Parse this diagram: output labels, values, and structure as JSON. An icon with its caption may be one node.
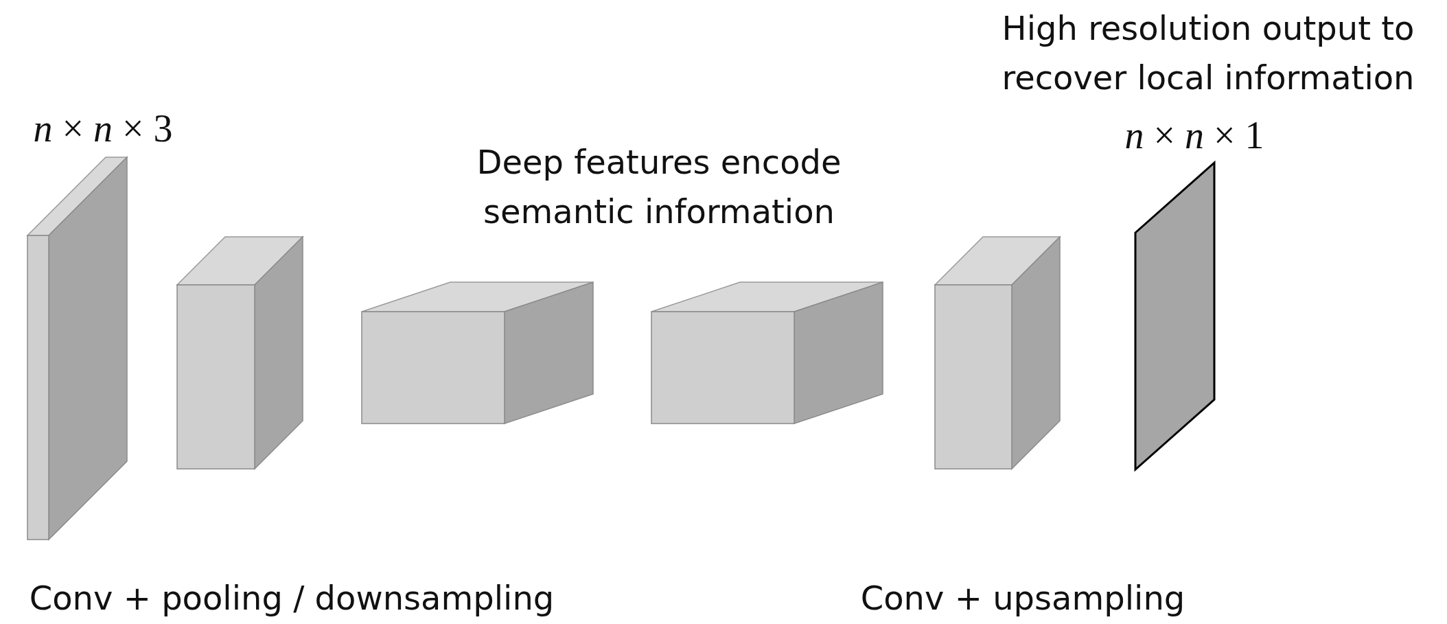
{
  "diagram": {
    "nodes": [
      {
        "text": [],
        "shape": "box",
        "beside": [
          "*n* × *n* × 3"
        ]
      },
      {
        "text": [],
        "shape": "box"
      },
      {
        "text": [],
        "shape": "box"
      },
      {
        "text": [],
        "shape": "box"
      },
      {
        "text": [],
        "shape": "box"
      },
      {
        "text": [],
        "shape": "parallelogram",
        "beside": [
          "High resolution output to recover local information",
          "*n* × *n* × 1"
        ]
      }
    ],
    "edges": [],
    "labels": [
      "Deep features encode semantic information",
      "Conv + pooling / downsampling",
      "Conv + upsampling"
    ]
  }
}
